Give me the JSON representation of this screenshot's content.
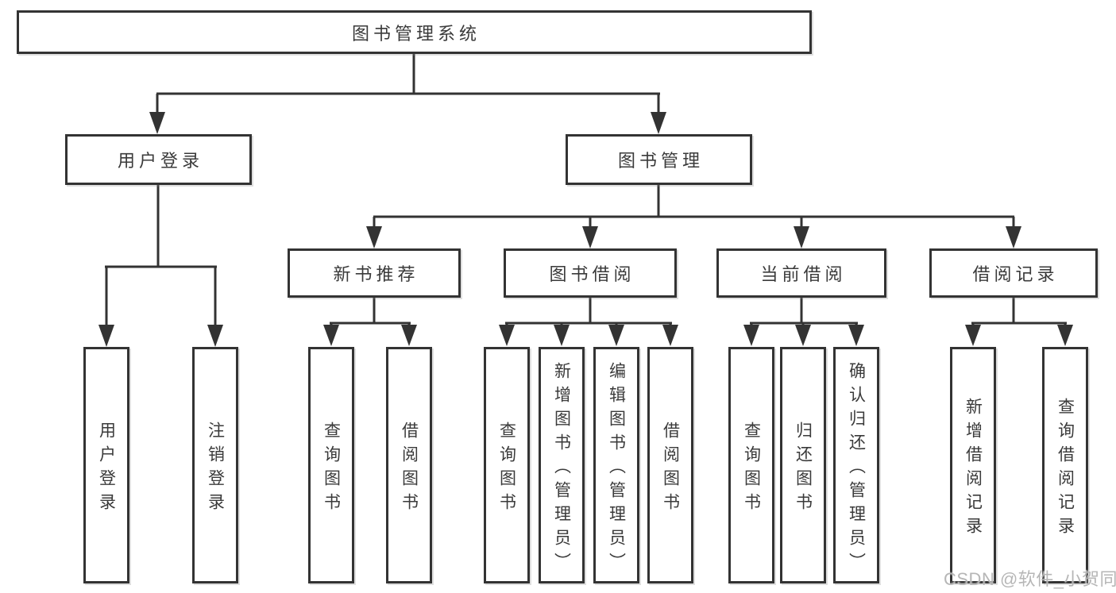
{
  "watermark": {
    "text": "CSDN @软件_小贺同学",
    "color": "#b2b2b2"
  },
  "colors": {
    "line": "#333333",
    "box_border": "#333333",
    "box_fill": "#ffffff",
    "text": "#3a3a3a",
    "background": "#ffffff"
  },
  "tree": {
    "root": {
      "label": "图书管理系统"
    },
    "children": [
      {
        "id": "user-login",
        "label": "用户登录",
        "children": [
          {
            "id": "user-login-leaf",
            "label": "用户登录"
          },
          {
            "id": "logout-leaf",
            "label": "注销登录"
          }
        ]
      },
      {
        "id": "book-management",
        "label": "图书管理",
        "children": [
          {
            "id": "new-book-recommendation",
            "label": "新书推荐",
            "children": [
              {
                "id": "query-books",
                "label": "查询图书"
              },
              {
                "id": "borrow-books",
                "label": "借阅图书"
              }
            ]
          },
          {
            "id": "book-borrowing",
            "label": "图书借阅",
            "children": [
              {
                "id": "query-books",
                "label": "查询图书"
              },
              {
                "id": "add-books-admin",
                "label": "新增图书（管理员）"
              },
              {
                "id": "edit-books-admin",
                "label": "编辑图书（管理员）"
              },
              {
                "id": "borrow-books",
                "label": "借阅图书"
              }
            ]
          },
          {
            "id": "current-borrowing",
            "label": "当前借阅",
            "children": [
              {
                "id": "query-books",
                "label": "查询图书"
              },
              {
                "id": "return-books",
                "label": "归还图书"
              },
              {
                "id": "confirm-return-admin",
                "label": "确认归还（管理员）"
              }
            ]
          },
          {
            "id": "borrowing-records",
            "label": "借阅记录",
            "children": [
              {
                "id": "add-borrowing-record",
                "label": "新增借阅记录"
              },
              {
                "id": "query-borrowing-record",
                "label": "查询借阅记录"
              }
            ]
          }
        ]
      }
    ]
  }
}
